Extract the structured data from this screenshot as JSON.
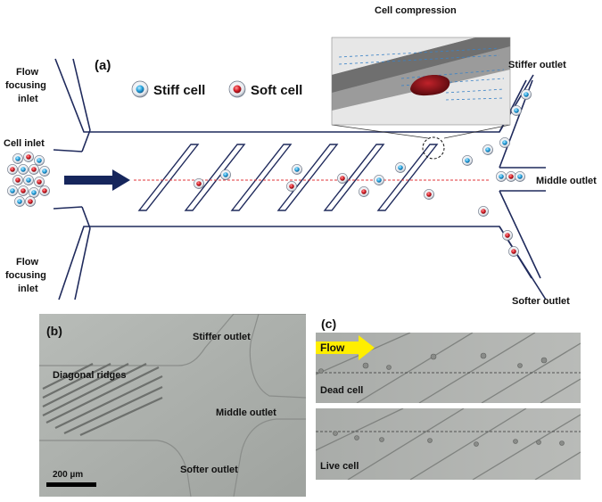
{
  "panel_a": {
    "label": "(a)",
    "legend": {
      "stiff": "Stiff cell",
      "soft": "Soft cell"
    },
    "inset_title": "Cell compression",
    "inlet_top": [
      "Flow",
      "focusing",
      "inlet"
    ],
    "inlet_bottom": [
      "Flow",
      "focusing",
      "inlet"
    ],
    "cell_inlet": "Cell inlet",
    "outlets": {
      "stiffer": "Stiffer outlet",
      "middle": "Middle outlet",
      "softer": "Softer outlet"
    }
  },
  "panel_b": {
    "label": "(b)",
    "ridges_label": "Diagonal ridges",
    "outlet_stiffer": "Stiffer outlet",
    "outlet_middle": "Middle outlet",
    "outlet_softer": "Softer outlet",
    "scale_bar": "200 µm"
  },
  "panel_c": {
    "label": "(c)",
    "flow": "Flow",
    "top_caption": "Dead cell",
    "bottom_caption": "Live cell"
  },
  "colors": {
    "channel_line": "#1f2a5c",
    "stiff_cell": "#2aa6df",
    "soft_cell": "#d8202a",
    "flow_arrow": "#ffee00",
    "center_line": "#e0343a"
  }
}
